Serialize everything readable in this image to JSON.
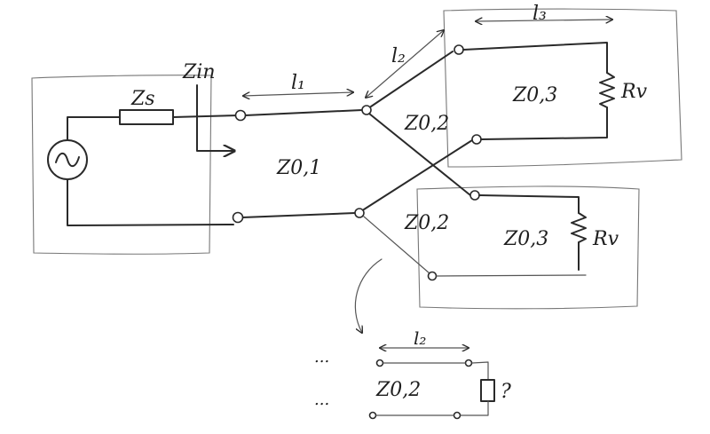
{
  "labels": {
    "zs": "Zs",
    "zin": "Zin",
    "l1": "l₁",
    "l2": "l₂",
    "l3": "l₃",
    "z01": "Z0,1",
    "z02_upper": "Z0,2",
    "z02_lower": "Z0,2",
    "z03_upper": "Z0,3",
    "z03_lower": "Z0,3",
    "rv_upper": "Rv",
    "rv_lower": "Rv",
    "inset_l2": "l₂",
    "inset_z02": "Z0,2",
    "unknown_load": "?",
    "ellipsis_top": "...",
    "ellipsis_bottom": "..."
  },
  "icons": {
    "source": "ac-source-icon",
    "resistor": "resistor-icon",
    "arrow": "arrow-icon"
  },
  "colors": {
    "ink": "#2a2a2a",
    "box": "#777777",
    "background": "#ffffff"
  }
}
